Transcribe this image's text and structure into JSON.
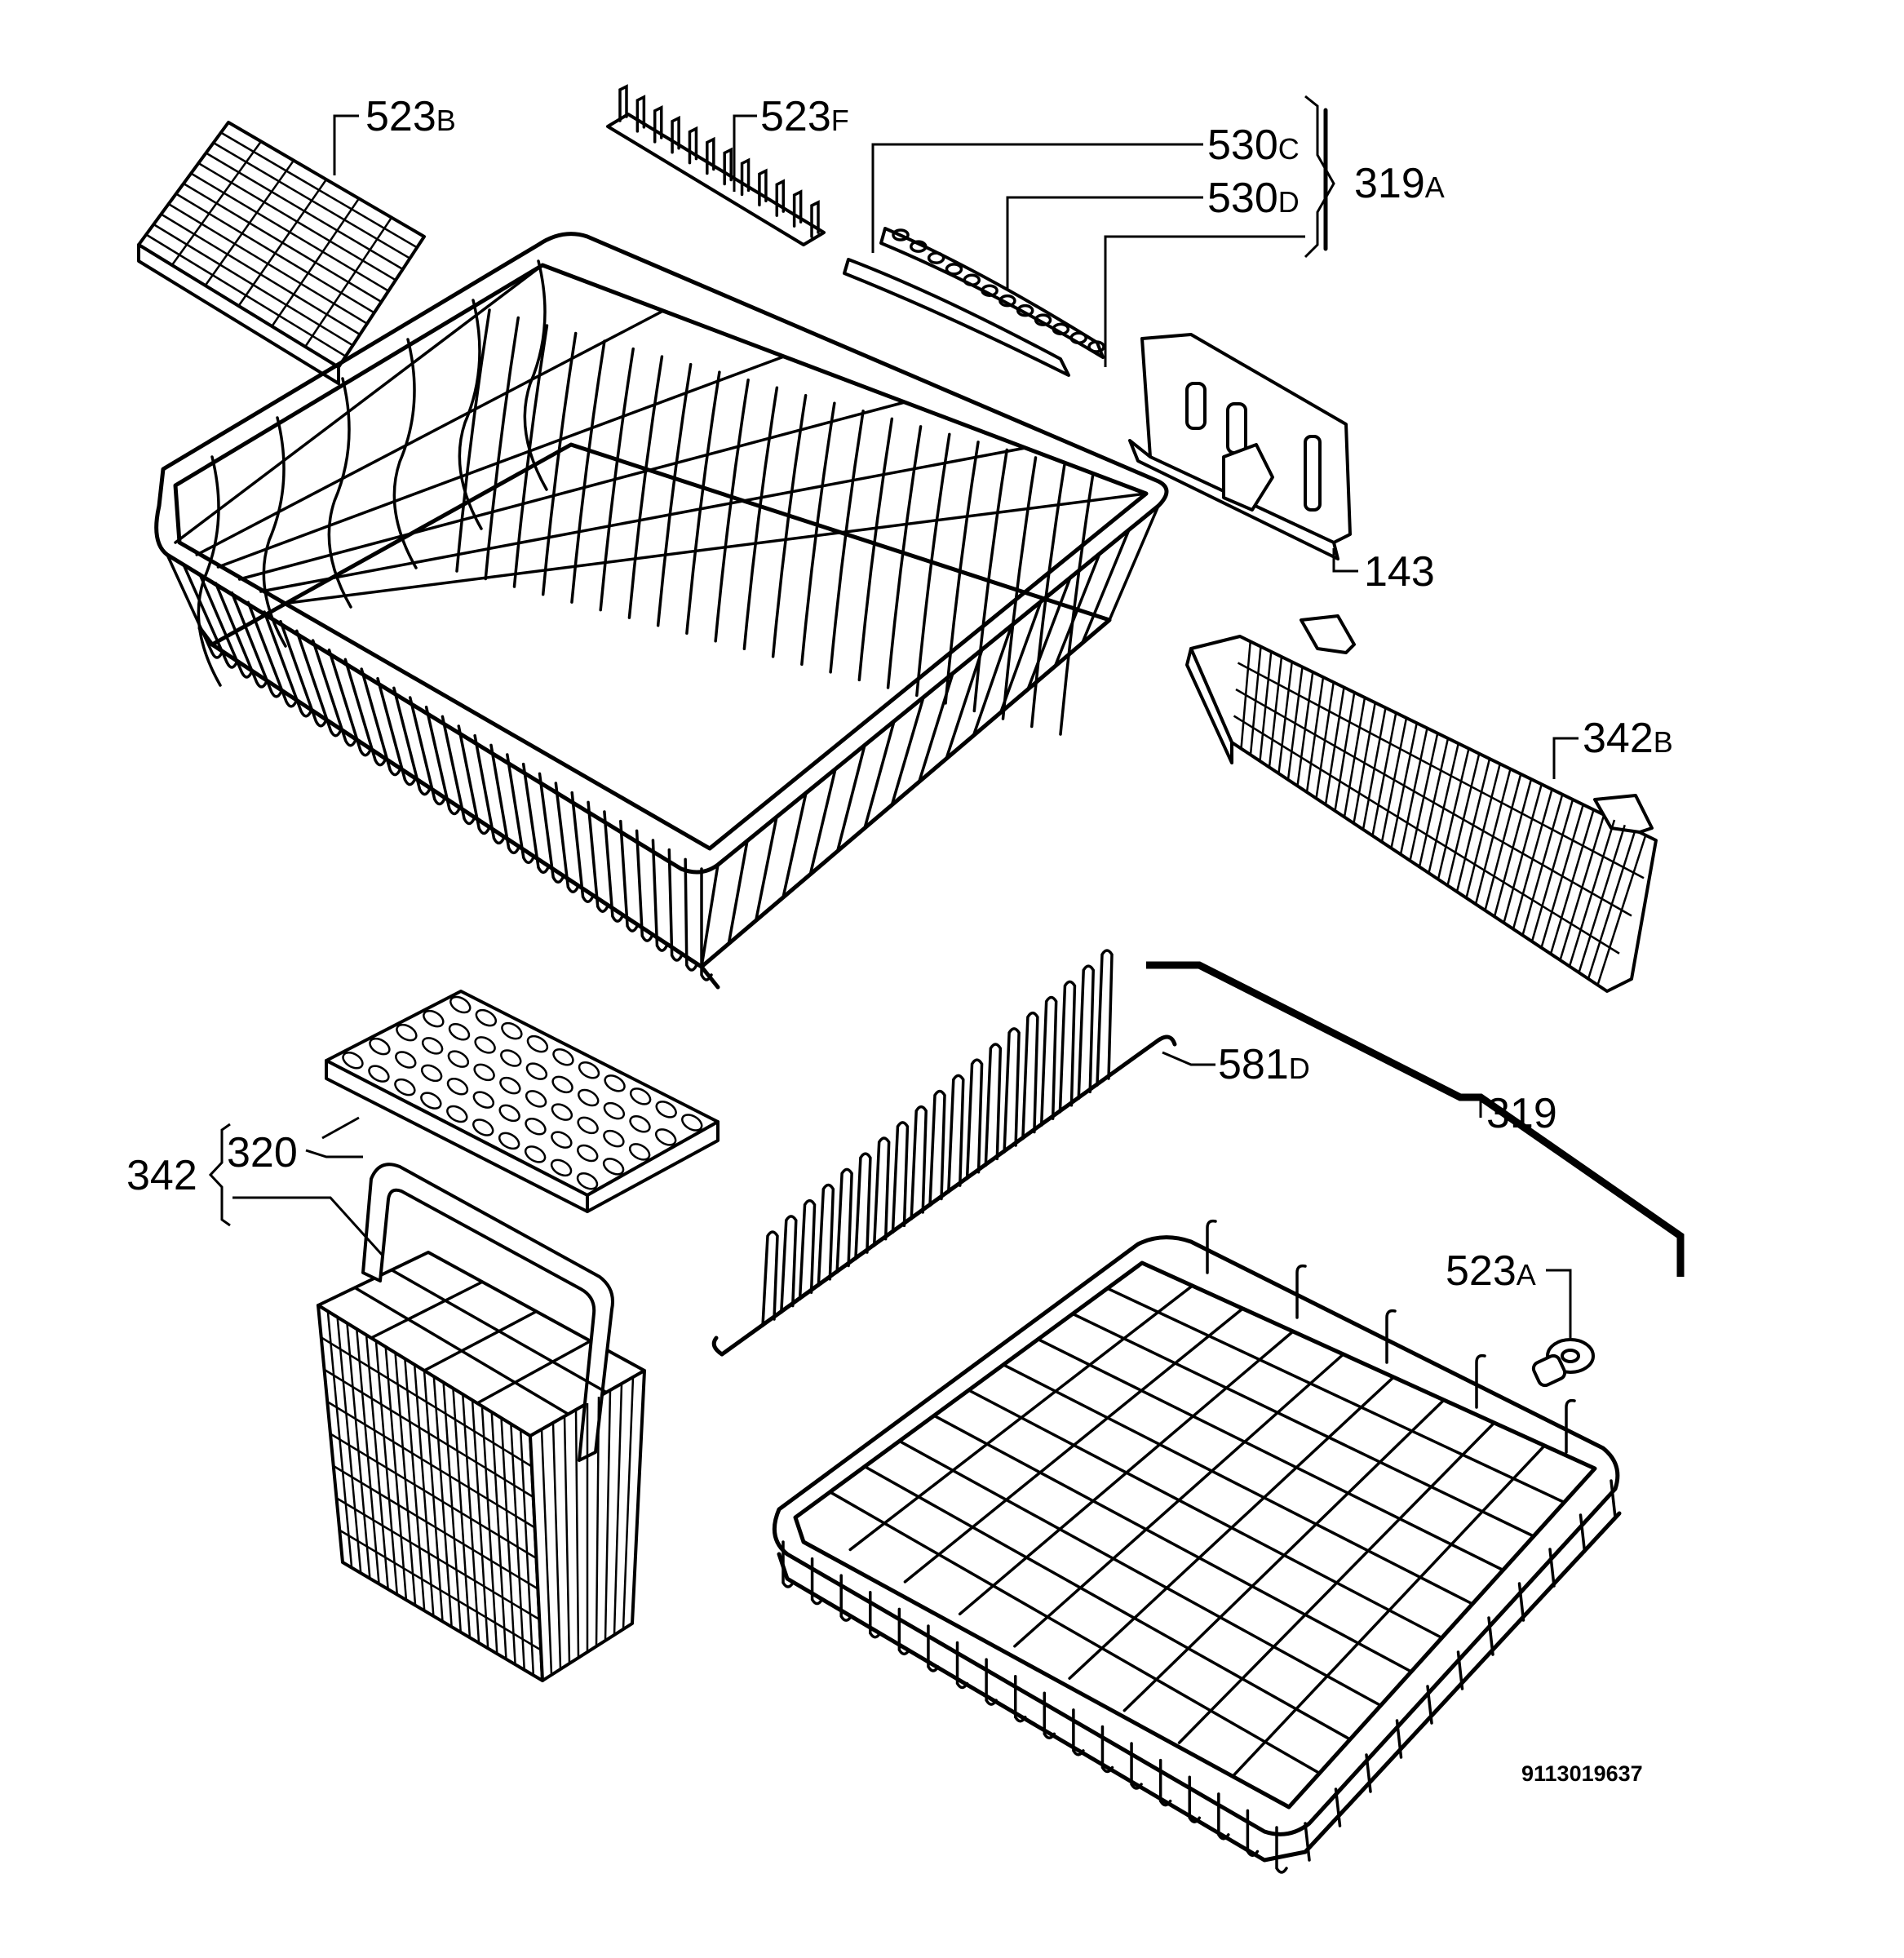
{
  "labels": {
    "l523b": {
      "num": "523",
      "suf": "B"
    },
    "l523f": {
      "num": "523",
      "suf": "F"
    },
    "l530c": {
      "num": "530",
      "suf": "C"
    },
    "l530d": {
      "num": "530",
      "suf": "D"
    },
    "l319a": {
      "num": "319",
      "suf": "A"
    },
    "l143": {
      "num": "143",
      "suf": ""
    },
    "l342b": {
      "num": "342",
      "suf": "B"
    },
    "l581d": {
      "num": "581",
      "suf": "D"
    },
    "l319": {
      "num": "319",
      "suf": ""
    },
    "l342": {
      "num": "342",
      "suf": ""
    },
    "l320": {
      "num": "320",
      "suf": ""
    },
    "l523a": {
      "num": "523",
      "suf": "A"
    }
  },
  "drawing_code": "9113019637"
}
